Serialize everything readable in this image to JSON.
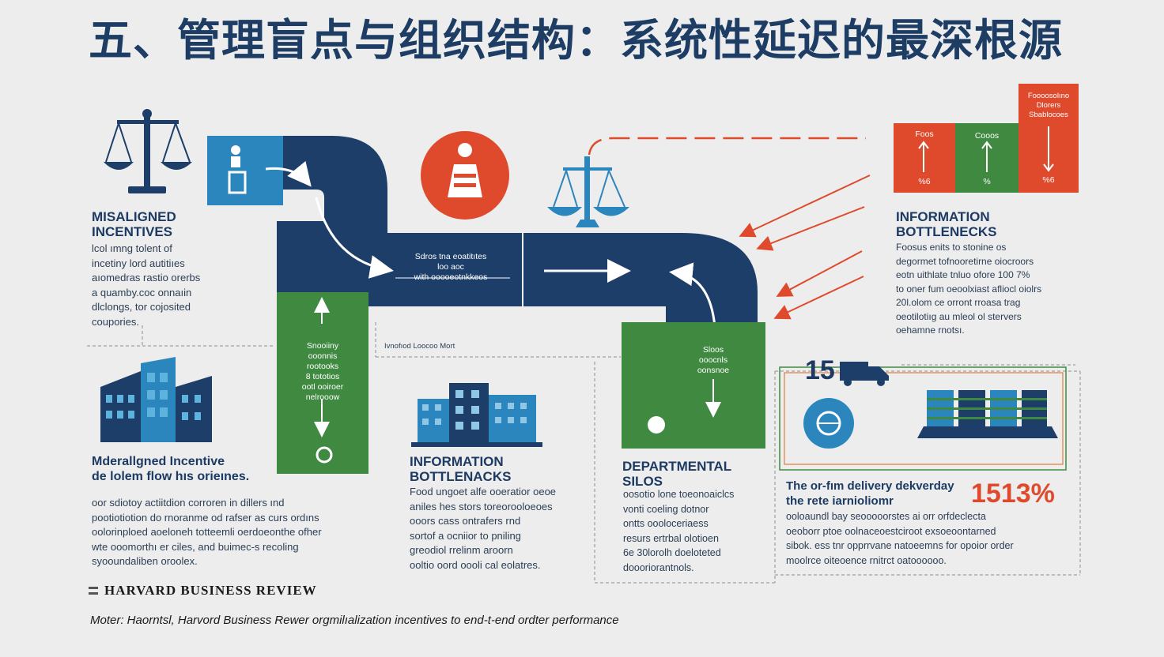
{
  "title": "五、管理盲点与组织结构：系统性延迟的最深根源",
  "sections": {
    "misaligned": {
      "heading_line1": "MISALIGNED",
      "heading_line2": "INCENTIVES",
      "body": [
        "lcol ımng tolent of",
        "incetiny lord autitiıes",
        "aıomedras rastio orerbs",
        "a quamby.coc onnaıin",
        "dlclongs, tor cojosited",
        "coupories."
      ]
    },
    "info_top": {
      "heading_line1": "INFORMATION",
      "heading_line2": "BOTTLENECKS",
      "body": [
        "Foosus enits to stonine os",
        "degormet tofnooretirne oiocroors",
        "eotn uithlate tnluo ofore 100 7%",
        "to oner fum oeoolxiast afliocl oiolrs",
        "20l.olom ce orront rroasa trag",
        "oeotilotiıg au mleol ol stervers",
        "oehamne rnotsı."
      ]
    },
    "misaligned_flow": {
      "heading_line1": "Mderallgned Incentive",
      "heading_line2": "de lolem flow hıs orieınes.",
      "body": [
        "oor sdiotoy actiitdion corroren in dillers ınd",
        "pootiotiotion do rnoranme od rafser as curs ordıns",
        "oolorinploed aoeloneh totteemli oerdoeonthe ofher",
        "wte ooomorthı er ciles, and buimec-s recoling",
        "syooundaliben oroolex."
      ]
    },
    "info_mid": {
      "heading_line1": "INFORMATION",
      "heading_line2": "BOTTLENACKS",
      "body": [
        "Food ungoet alfe ooeratior oeoe",
        "aniles hes stors toreorooloeoes",
        "ooors cass ontrafers rnd",
        "sortof a ocniior to pniling",
        "greodiol rrelinm aroorn",
        "ooltio oord oooli cal eolatres."
      ]
    },
    "silos": {
      "heading_line1": "DEPARTMENTAL",
      "heading_line2": "SILOS",
      "body": [
        "oosotio lone toeonoaiclcs",
        "vonti coeling dotnor",
        "ontts oooloceriaess",
        "resurs ertrbal olotioen",
        "6e 30lorolh doeloteted",
        "doooriorantnols."
      ]
    },
    "delivery": {
      "heading_line1": "The or-fım delivery dekverday",
      "heading_line2": "the rete iarnioliomr",
      "body": [
        "ooloaundl bay seooooorstes ai orr orfdeclecta",
        "oeoborr ptoe oolnaceoestciroot exsoeoontarned",
        "sibok. ess tnr opprrvane natoeemns for opoior order",
        "moolrce oiteoence rnitrct oatoooooo."
      ],
      "stat": "1513%",
      "stat_small": "15"
    }
  },
  "labels": {
    "pipe_mid": [
      "Sdros tna eoatitıtes",
      "loo aoc",
      "with ooooeotnkkeos"
    ],
    "green_left": [
      "Snooiiny",
      "ooonnis",
      "rootooks",
      "8 tototios",
      "ootl ooiroer",
      "nelrooow"
    ],
    "green_right": [
      "Sloos",
      "ooocnls",
      "oonsnoe"
    ],
    "note_mid": "Ivnofıod Loocoo Mort",
    "bars": [
      {
        "top": "Foos",
        "bottom": "%6"
      },
      {
        "top": "Cooos",
        "bottom": "%"
      },
      {
        "top": "Foooosolıno\nDlorers\nSbablocoes",
        "bottom": "%6"
      }
    ]
  },
  "footer": {
    "brand": "HARVARD BUSINESS REVIEW",
    "note": "Moter: Haorntsl, Harvord Business Rewer orgmilıalization incentives to end-t-end ordter performance"
  },
  "colors": {
    "navy": "#1d3e68",
    "blue": "#2b86bd",
    "green": "#3f8a40",
    "red": "#e04a2c",
    "bg": "#ecedec"
  }
}
